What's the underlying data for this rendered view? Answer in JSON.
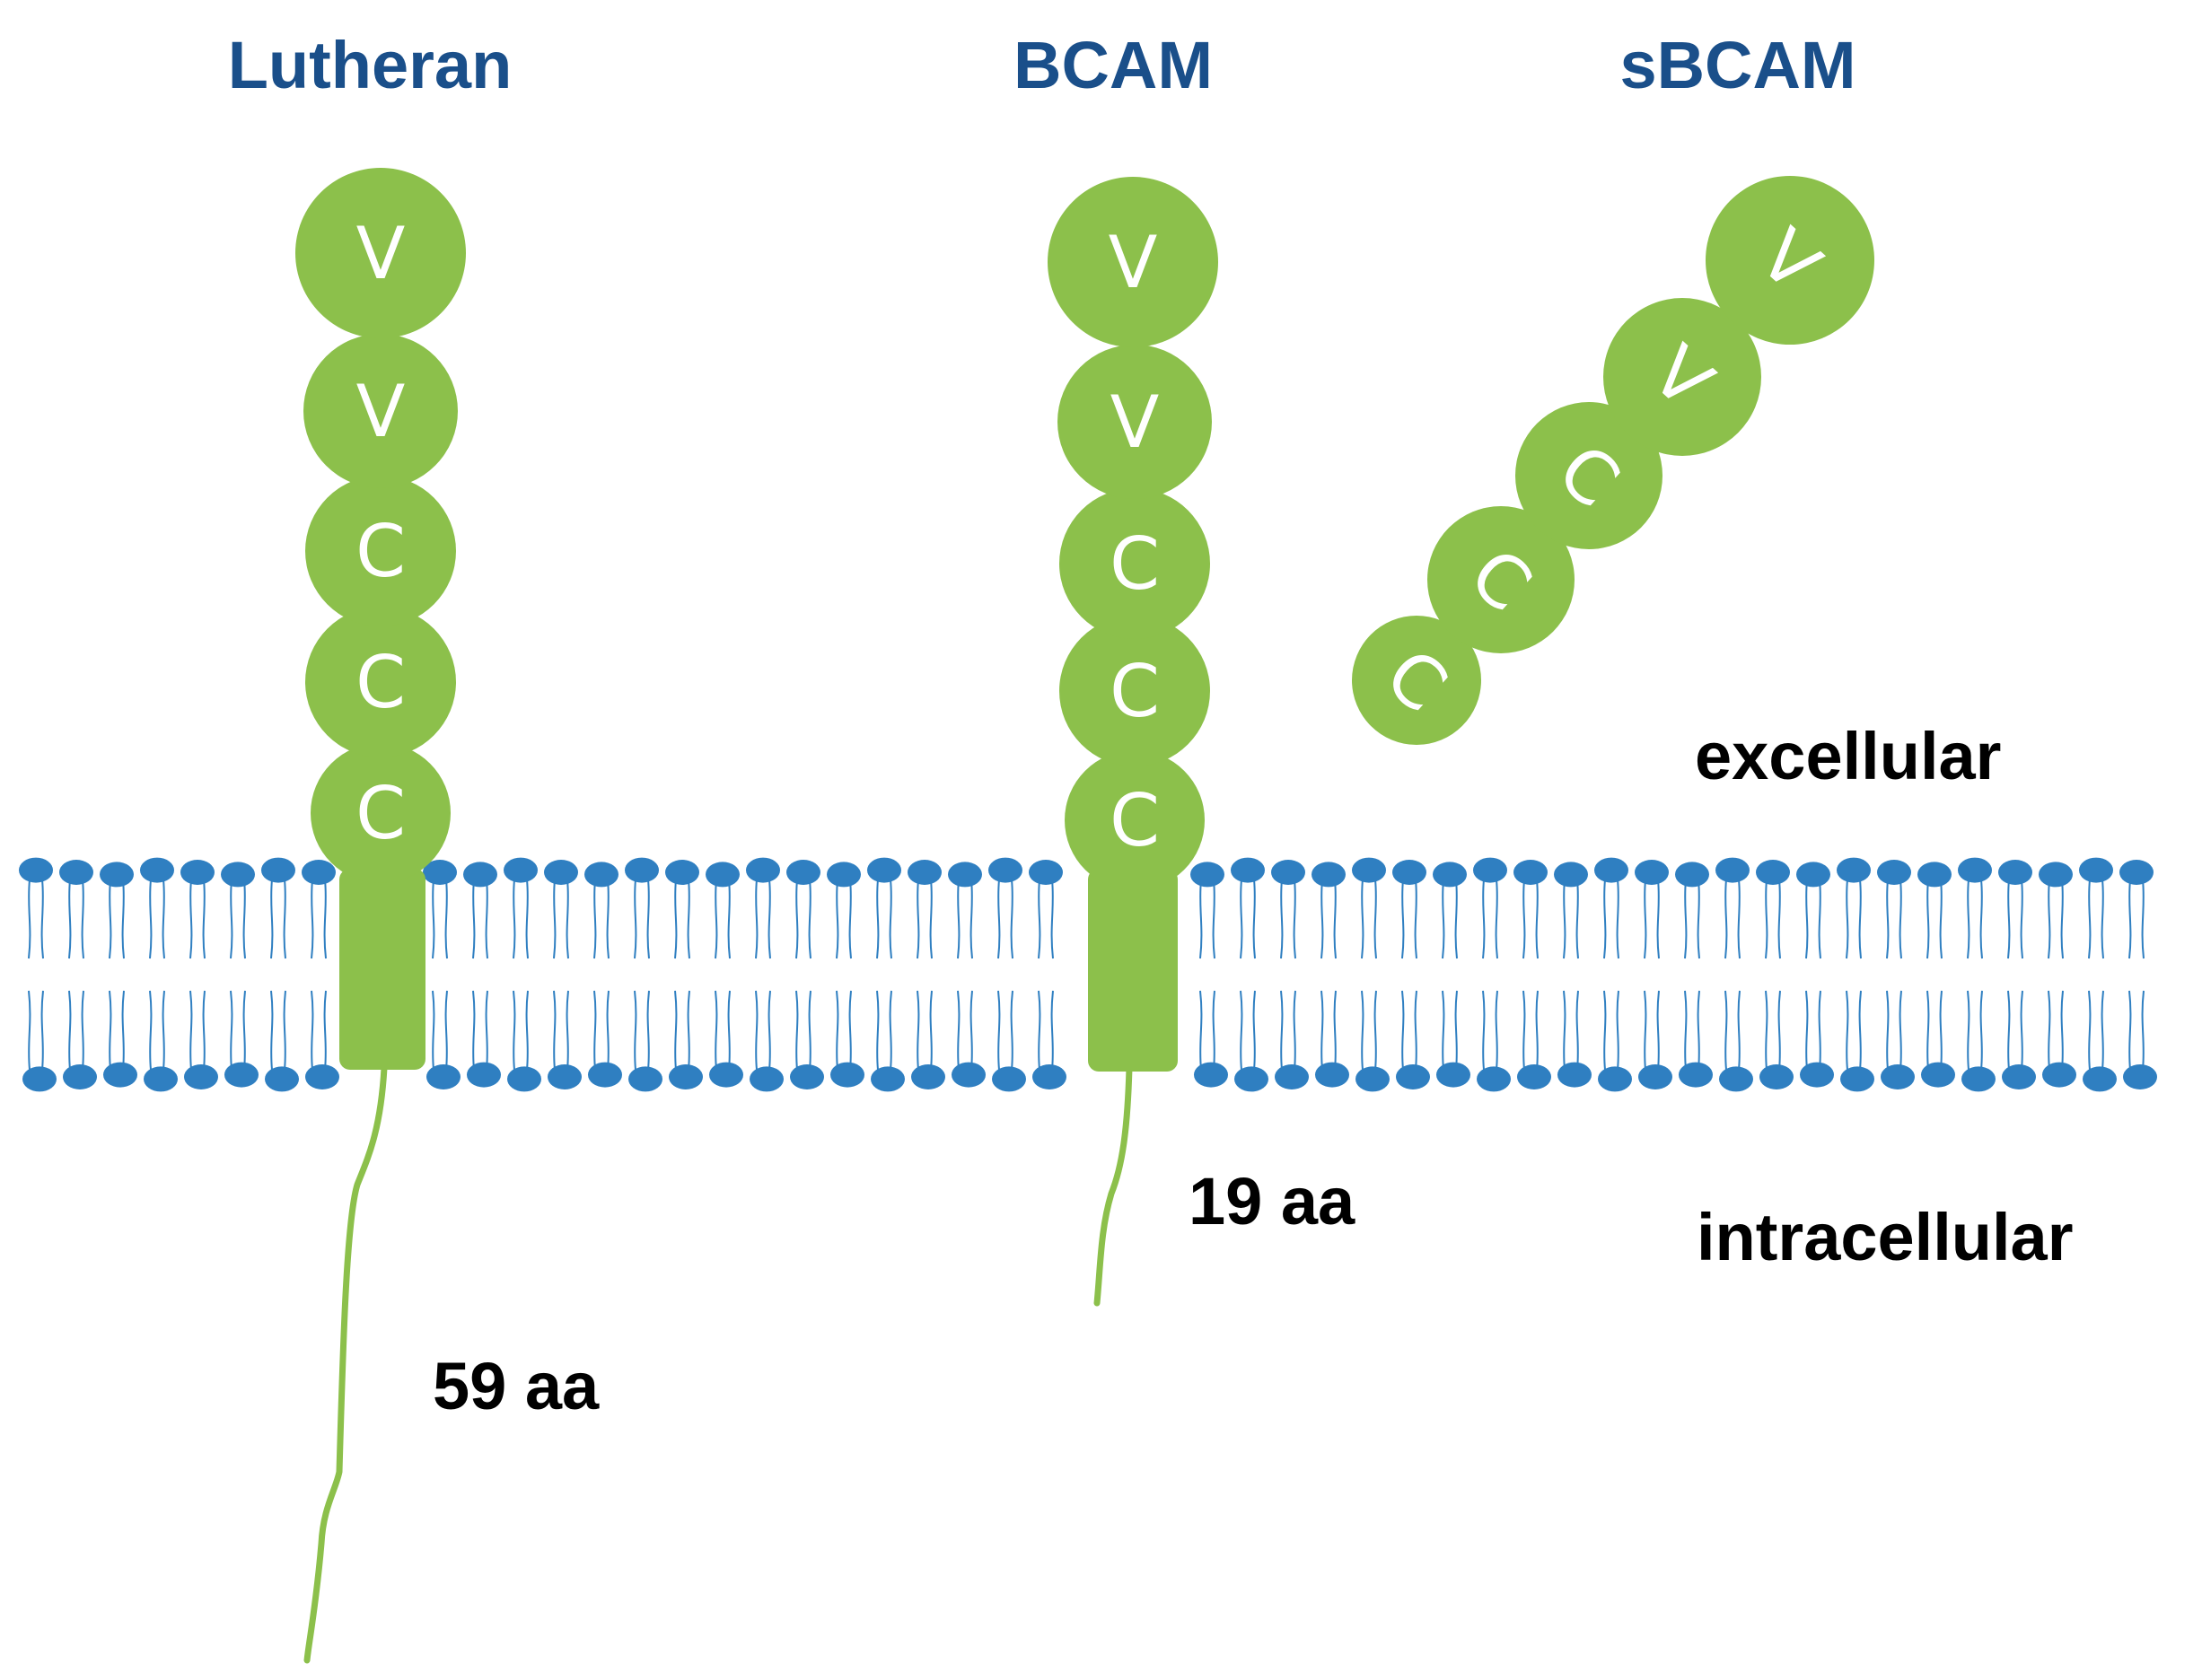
{
  "colors": {
    "background": "#ffffff",
    "protein_green": "#8cc04b",
    "lipid_head_blue": "#2f7fc1",
    "lipid_tail_blue": "#2f7fc1",
    "title_blue": "#1a4f8a",
    "label_black": "#000000",
    "domain_letter": "#ffffff"
  },
  "proteins": {
    "lutheran": {
      "title": "Lutheran",
      "domains": [
        "V",
        "V",
        "C",
        "C",
        "C"
      ],
      "tail_label": "59 aa"
    },
    "bcam": {
      "title": "BCAM",
      "domains": [
        "V",
        "V",
        "C",
        "C",
        "C"
      ],
      "tail_label": "19 aa"
    },
    "sbcam": {
      "title": "sBCAM",
      "domains": [
        "V",
        "V",
        "C",
        "C",
        "C"
      ]
    }
  },
  "regions": {
    "extracellular": "excellular",
    "intracellular": "intracellular"
  },
  "icons": {
    "membrane": "lipid-bilayer-icon",
    "domain": "ig-domain-circle-icon"
  }
}
